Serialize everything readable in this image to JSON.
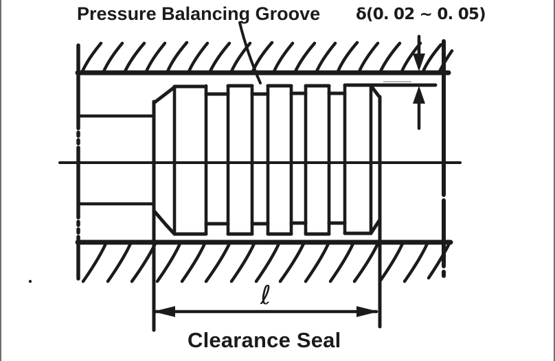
{
  "figure": {
    "top_label": "Pressure Balancing Groove",
    "clearance_label": "δ(0. 02 ~ 0. 05)",
    "length_label": "ℓ",
    "caption": "Clearance Seal"
  },
  "colors": {
    "ink": "#1b1b1b",
    "paper": "#ffffff",
    "edge": "#6e6e6e"
  }
}
